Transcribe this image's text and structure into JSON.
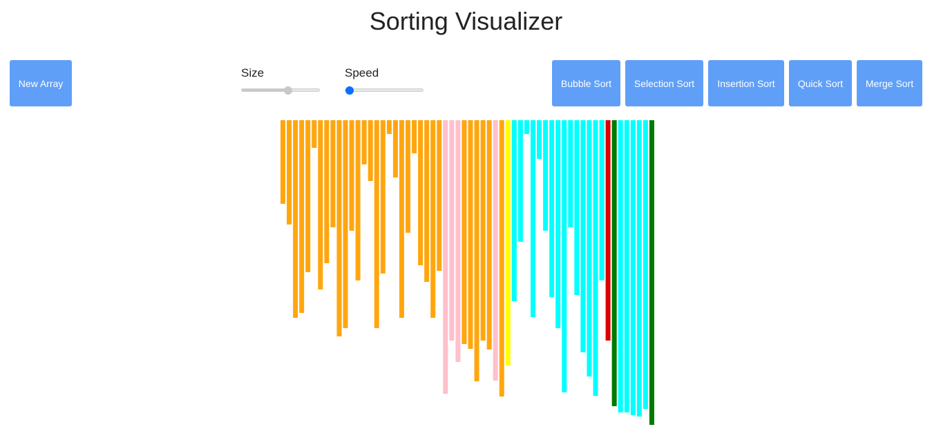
{
  "title": "Sorting Visualizer",
  "controls": {
    "new_array_label": "New Array",
    "size_label": "Size",
    "size_level": 0.6,
    "speed_label": "Speed",
    "speed_level": 0.0,
    "buttons": [
      "Bubble Sort",
      "Selection Sort",
      "Insertion Sort",
      "Quick Sort",
      "Merge Sort"
    ]
  },
  "colors": {
    "button_bg": "#5f9ff8",
    "slider_thumb_size": "#c8c8c8",
    "slider_thumb_speed": "#0d6efd",
    "orange": "#ffa60f",
    "pink": "#ffc0cb",
    "yellow": "#ffff00",
    "cyan": "#00ffff",
    "red": "#dd0000",
    "green": "#007a00"
  },
  "array": {
    "values": [
      121,
      151,
      286,
      279,
      220,
      40,
      245,
      207,
      155,
      313,
      301,
      160,
      232,
      64,
      88,
      301,
      222,
      20,
      83,
      286,
      163,
      48,
      210,
      234,
      286,
      218,
      396,
      319,
      350,
      324,
      331,
      378,
      319,
      332,
      377,
      400,
      355,
      262,
      176,
      20,
      285,
      56,
      160,
      256,
      301,
      394,
      155,
      253,
      336,
      371,
      399,
      232,
      319,
      414,
      423,
      423,
      427,
      429,
      418,
      441
    ],
    "color_keys": [
      "orange",
      "orange",
      "orange",
      "orange",
      "orange",
      "orange",
      "orange",
      "orange",
      "orange",
      "orange",
      "orange",
      "orange",
      "orange",
      "orange",
      "orange",
      "orange",
      "orange",
      "orange",
      "orange",
      "orange",
      "orange",
      "orange",
      "orange",
      "orange",
      "orange",
      "orange",
      "pink",
      "pink",
      "pink",
      "orange",
      "orange",
      "orange",
      "orange",
      "orange",
      "pink",
      "orange",
      "yellow",
      "cyan",
      "cyan",
      "cyan",
      "cyan",
      "cyan",
      "cyan",
      "cyan",
      "cyan",
      "cyan",
      "cyan",
      "cyan",
      "cyan",
      "cyan",
      "cyan",
      "cyan",
      "red",
      "green",
      "cyan",
      "cyan",
      "cyan",
      "cyan",
      "cyan",
      "green"
    ]
  }
}
